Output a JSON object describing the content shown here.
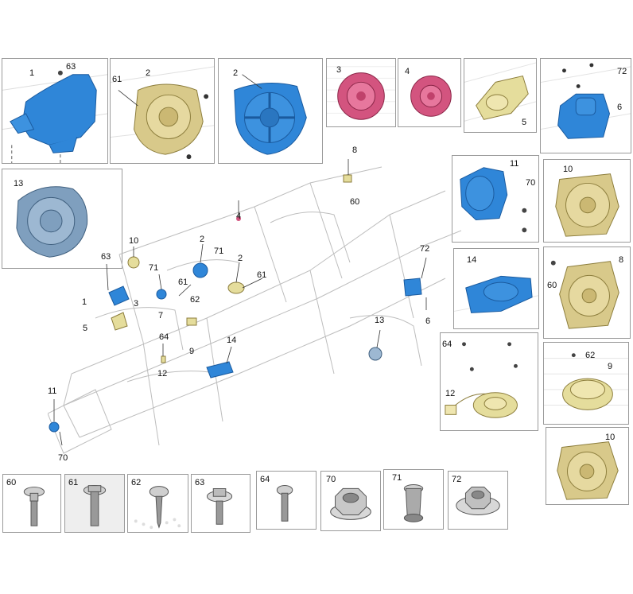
{
  "top_panels": [
    {
      "callouts": [
        "1",
        "63"
      ]
    },
    {
      "callouts": [
        "61",
        "2"
      ]
    },
    {
      "callouts": [
        "2"
      ]
    },
    {
      "callouts": [
        "3"
      ]
    },
    {
      "callouts": [
        "4"
      ]
    },
    {
      "callouts": [
        "5"
      ]
    },
    {
      "callouts": [
        "72",
        "6"
      ]
    }
  ],
  "side_panels": [
    {
      "callouts": [
        "13"
      ]
    },
    {
      "callouts": [
        "11",
        "70"
      ]
    },
    {
      "callouts": [
        "10"
      ]
    },
    {
      "callouts": [
        "14"
      ]
    },
    {
      "callouts": [
        "60",
        "8"
      ]
    },
    {
      "callouts": [
        "64",
        "12"
      ]
    },
    {
      "callouts": [
        "62",
        "9"
      ]
    },
    {
      "callouts": [
        "10"
      ]
    }
  ],
  "main_callouts": [
    "8",
    "60",
    "4",
    "10",
    "2",
    "71",
    "2",
    "61",
    "63",
    "71",
    "1",
    "3",
    "61",
    "62",
    "7",
    "5",
    "9",
    "13",
    "72",
    "6",
    "64",
    "14",
    "12",
    "11",
    "70"
  ],
  "fasteners": [
    {
      "number": "60",
      "icon": "flange-bolt-icon"
    },
    {
      "number": "61",
      "icon": "hex-flange-bolt-icon"
    },
    {
      "number": "62",
      "icon": "pan-head-tapping-screw-icon"
    },
    {
      "number": "63",
      "icon": "washer-screw-icon"
    },
    {
      "number": "64",
      "icon": "torx-screw-icon"
    },
    {
      "number": "70",
      "icon": "hex-flange-nut-icon"
    },
    {
      "number": "71",
      "icon": "rivet-nut-icon"
    },
    {
      "number": "72",
      "icon": "hex-nut-with-washer-icon"
    }
  ],
  "colors": {
    "tweeter_blue": "#2f86d8",
    "speaker_gold": "#d8c98a",
    "tweeter_pink": "#d3547f",
    "woofer_steel": "#7f9fbe",
    "line_gray": "#bdbdbd"
  }
}
